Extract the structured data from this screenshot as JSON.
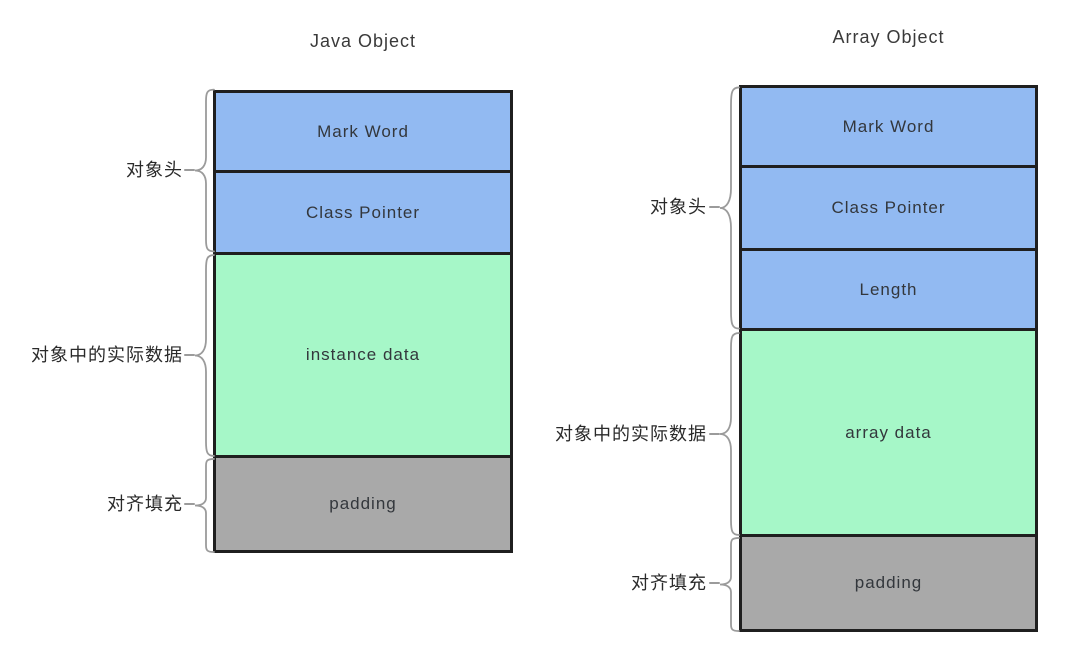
{
  "colors": {
    "header-fill": "#92baf2",
    "data-fill": "#a6f7c8",
    "padding-fill": "#a9a9a9",
    "border": "#1f1f1f",
    "brace": "#9b9b9b",
    "label-text": "#2a2a2a",
    "row-text": "#33373c",
    "title-text": "#3a3a3a",
    "background": "#ffffff"
  },
  "diagrams": [
    {
      "title": "Java Object",
      "rows": [
        {
          "label": "Mark Word",
          "section": "header"
        },
        {
          "label": "Class Pointer",
          "section": "header"
        },
        {
          "label": "instance data",
          "section": "data"
        },
        {
          "label": "padding",
          "section": "padding"
        }
      ],
      "groups": [
        {
          "label": "对象头"
        },
        {
          "label": "对象中的实际数据"
        },
        {
          "label": "对齐填充"
        }
      ]
    },
    {
      "title": "Array Object",
      "rows": [
        {
          "label": "Mark Word",
          "section": "header"
        },
        {
          "label": "Class Pointer",
          "section": "header"
        },
        {
          "label": "Length",
          "section": "header"
        },
        {
          "label": "array data",
          "section": "data"
        },
        {
          "label": "padding",
          "section": "padding"
        }
      ],
      "groups": [
        {
          "label": "对象头"
        },
        {
          "label": "对象中的实际数据"
        },
        {
          "label": "对齐填充"
        }
      ]
    }
  ]
}
